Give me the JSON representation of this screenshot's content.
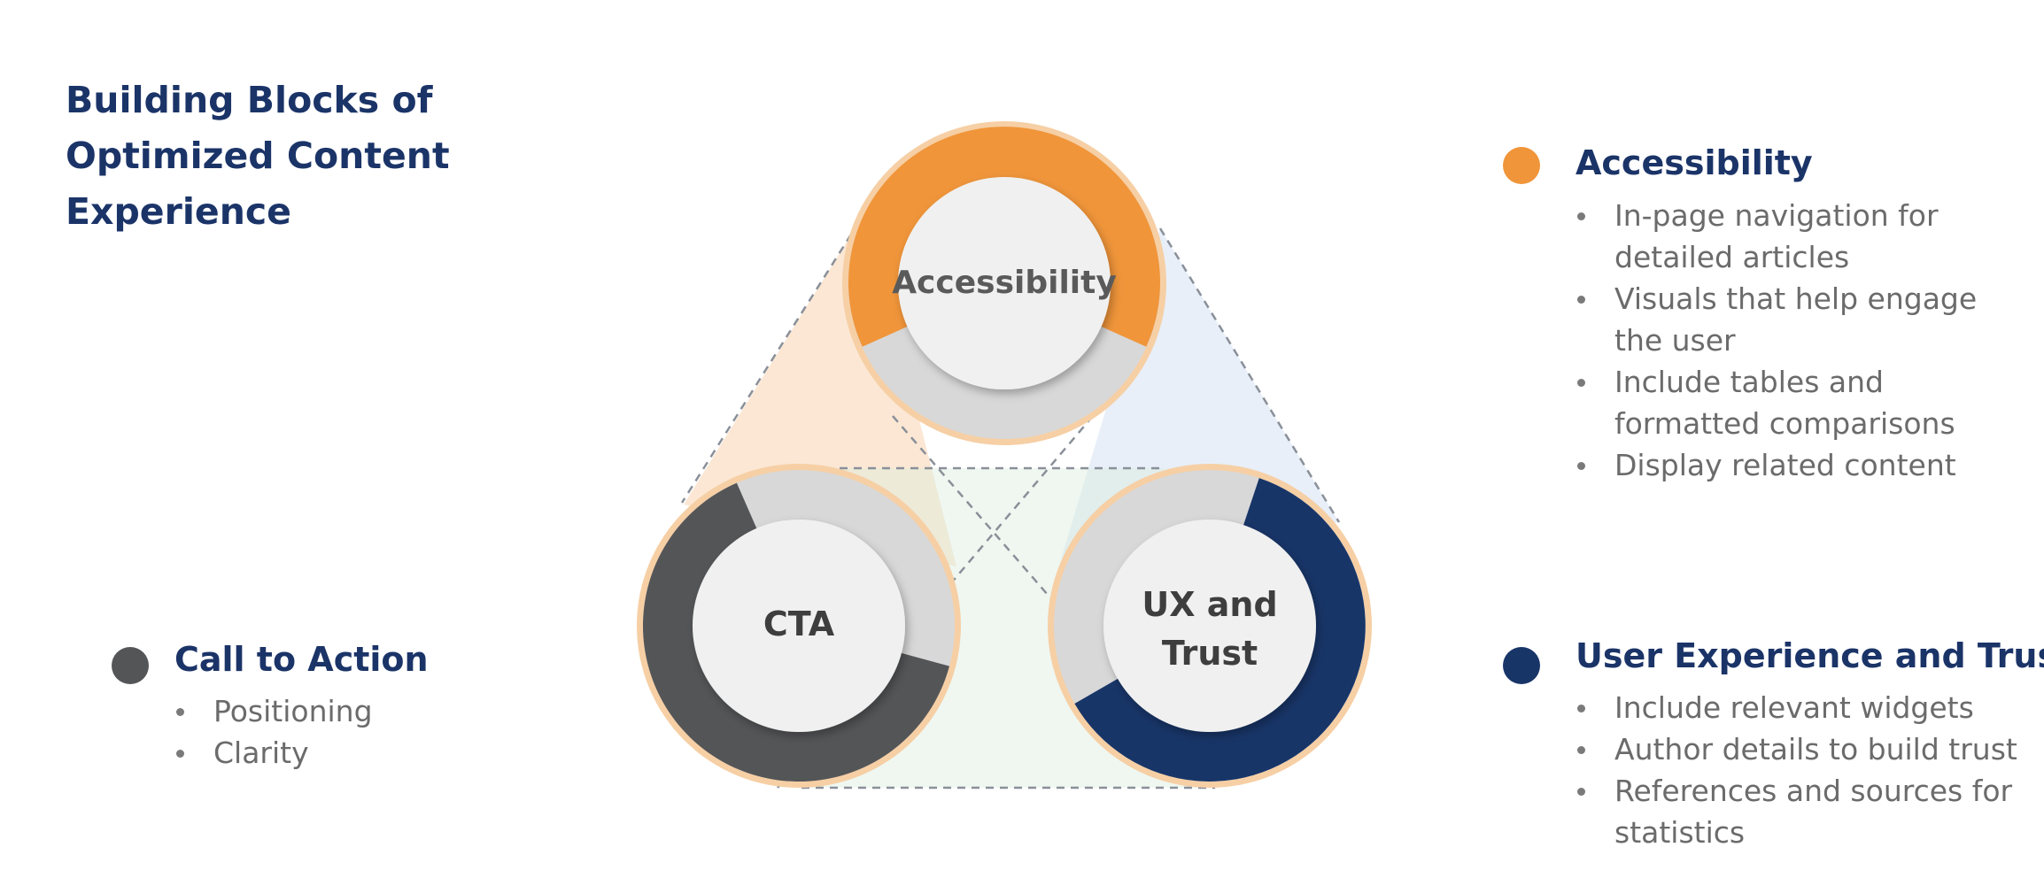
{
  "title": "Building Blocks of Optimized Content Experience",
  "colors": {
    "title": "#1b3468",
    "accessibility": "#f0953a",
    "cta": "#545557",
    "ux": "#183568",
    "ring_track": "#d8d8d8",
    "center": "#f0f0f0",
    "outline": "#f6cfa5",
    "body_text": "#6b6b6b"
  },
  "circles": [
    {
      "id": "accessibility",
      "label": "Accessibility",
      "color": "#f0953a"
    },
    {
      "id": "cta",
      "label": "CTA",
      "color": "#545557"
    },
    {
      "id": "ux",
      "label_line1": "UX and",
      "label_line2": "Trust",
      "color": "#183568"
    }
  ],
  "legend": {
    "accessibility": {
      "heading": "Accessibility",
      "dot_color": "#f0953a",
      "items": [
        "In-page navigation for detailed articles",
        "Visuals that help engage the user",
        "Include tables and formatted comparisons",
        "Display related content"
      ]
    },
    "ux": {
      "heading": "User Experience and Trust",
      "dot_color": "#183568",
      "items": [
        "Include relevant widgets",
        "Author details to build trust",
        "References and sources for statistics"
      ]
    },
    "cta": {
      "heading": "Call to Action",
      "dot_color": "#545557",
      "items": [
        "Positioning",
        "Clarity"
      ]
    }
  }
}
